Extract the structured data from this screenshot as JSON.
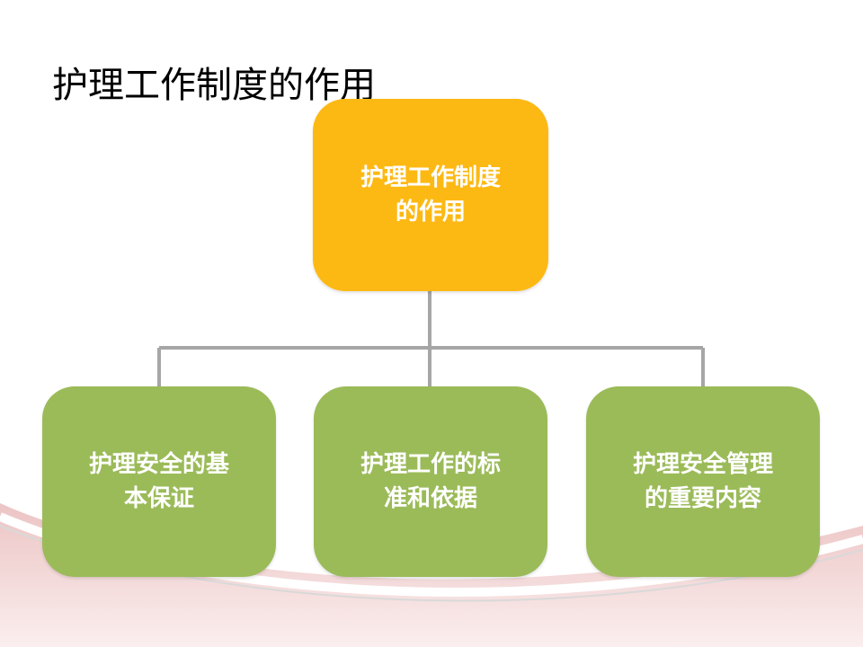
{
  "slide": {
    "title": "护理工作制度的作用"
  },
  "diagram": {
    "root": {
      "lines": [
        "护理工作制度",
        "的作用"
      ],
      "color": "#fdb913"
    },
    "children": [
      {
        "lines": [
          "护理安全的基",
          "本保证"
        ],
        "color": "#9bbb59"
      },
      {
        "lines": [
          "护理工作的标",
          "准和依据"
        ],
        "color": "#9bbb59"
      },
      {
        "lines": [
          "护理安全管理",
          "的重要内容"
        ],
        "color": "#9bbb59"
      }
    ],
    "connector_color": "#a6a6a6"
  },
  "theme": {
    "background": "#ffffff",
    "wave_color": "#e6b8b8"
  }
}
